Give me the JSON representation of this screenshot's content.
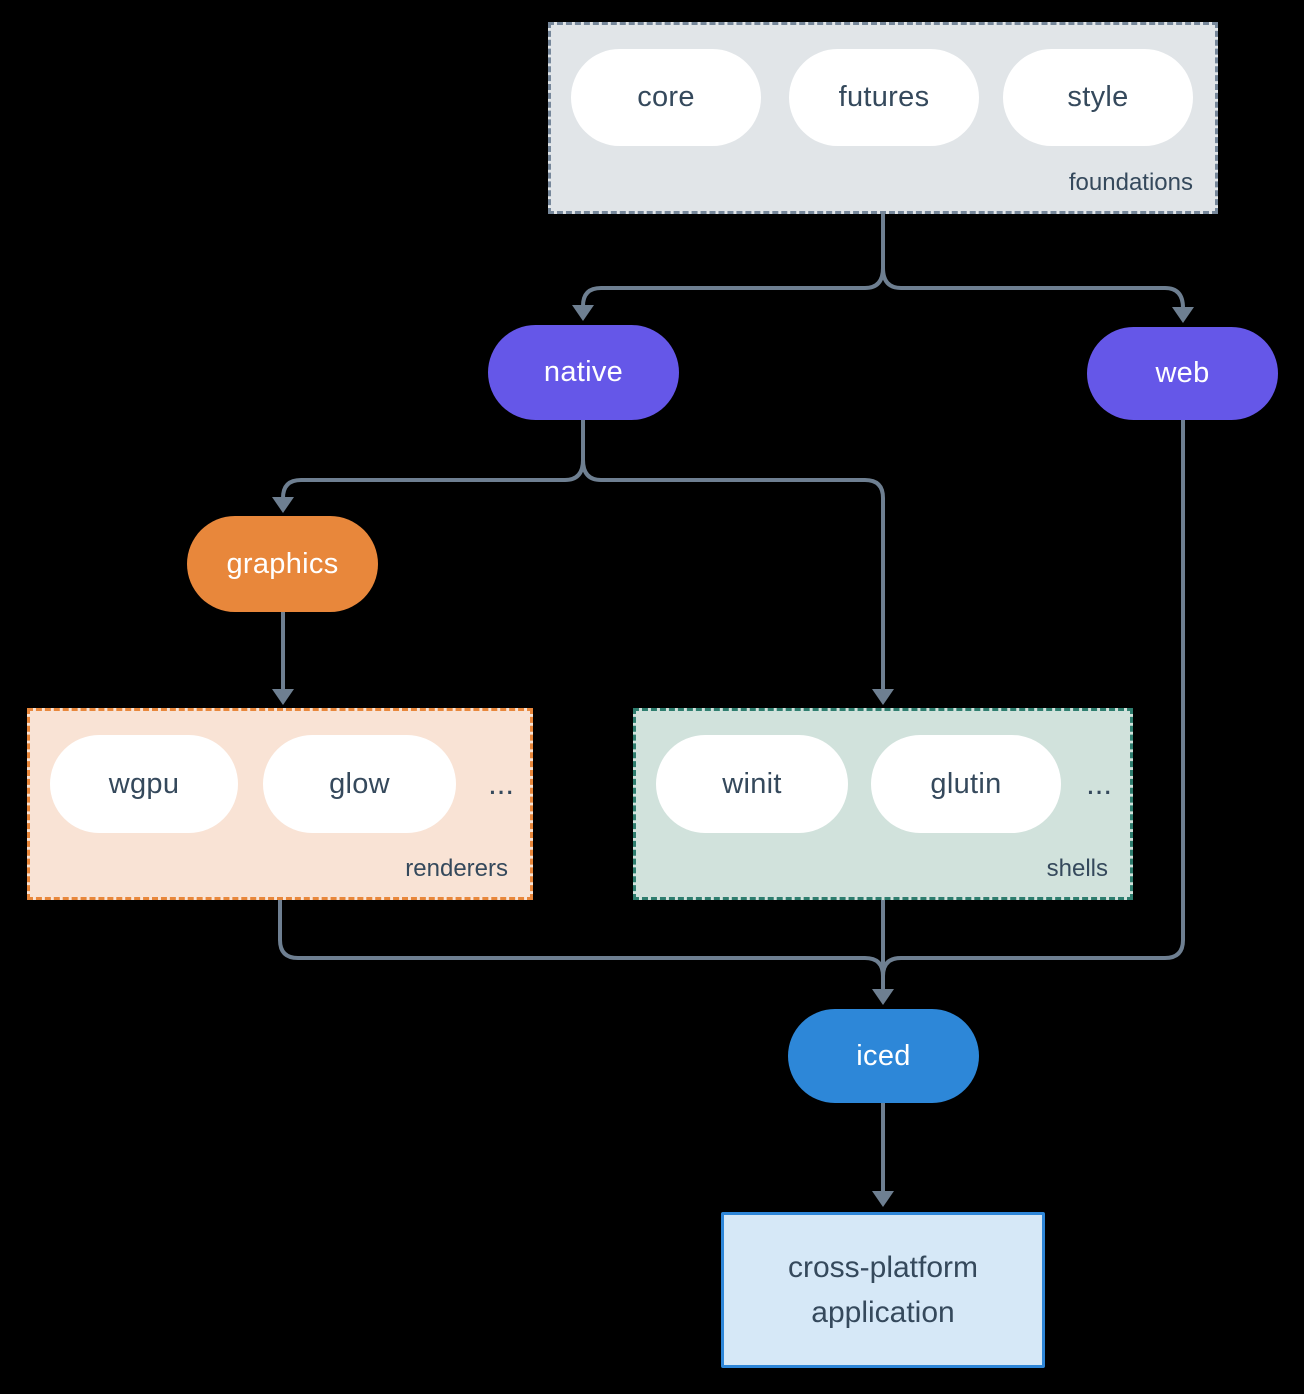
{
  "groups": {
    "foundations": {
      "label": "foundations",
      "items": [
        "core",
        "futures",
        "style"
      ]
    },
    "renderers": {
      "label": "renderers",
      "items": [
        "wgpu",
        "glow"
      ],
      "ellipsis": "..."
    },
    "shells": {
      "label": "shells",
      "items": [
        "winit",
        "glutin"
      ],
      "ellipsis": "..."
    }
  },
  "nodes": {
    "native": "native",
    "web": "web",
    "graphics": "graphics",
    "iced": "iced",
    "application": "cross-platform application"
  },
  "colors": {
    "background": "#000000",
    "connector": "#6e7f91",
    "node_purple": "#6557e8",
    "node_orange": "#e8873b",
    "node_blue": "#2d87d8",
    "pill_white": "#ffffff",
    "foundations_fill": "#e1e5e8",
    "foundations_border": "#76879a",
    "renderers_fill": "#f9e3d5",
    "renderers_border": "#e8873b",
    "shells_fill": "#d1e2dc",
    "shells_border": "#2e7d6e",
    "application_fill": "#d6e8f7",
    "application_border": "#2e86d8",
    "text_dark": "#35495c",
    "text_light": "#ffffff"
  }
}
